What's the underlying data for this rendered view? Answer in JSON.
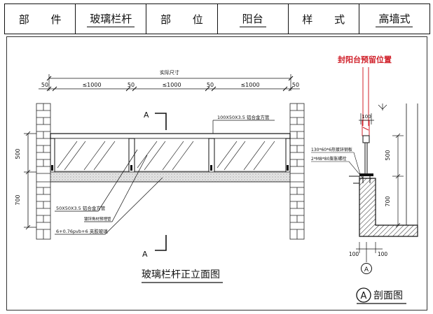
{
  "header": {
    "label1": "部  件",
    "value1": "玻璃栏杆",
    "label2": "部  位",
    "value2": "阳台",
    "label3": "样  式",
    "value3": "高墙式"
  },
  "elevation": {
    "title": "玻璃栏杆正立面图",
    "overall_dim": "实际尺寸",
    "dims_top": [
      "50",
      "≤1000",
      "50",
      "≤1000",
      "50",
      "≤1000",
      "50"
    ],
    "dims_left": [
      "500",
      "700"
    ],
    "section_mark": "A",
    "label_top_rail": "100X50X3.5 铝合金方管",
    "label_post": "50X50X3.5 铝合金方管",
    "label_anchor": "镀锌角材预埋管",
    "label_glass": "6+0.76pvb+6 夹胶玻璃"
  },
  "section": {
    "title": "剖面图",
    "mark": "A",
    "reserved_label": "封阳台预留位置",
    "dim_top": "100",
    "dims_right": [
      "500",
      "700"
    ],
    "dims_bottom": [
      "100",
      "100"
    ],
    "label_plate": "130*60*6热镀锌钢板",
    "label_bolts": "2*M8*80膨胀螺栓"
  },
  "colors": {
    "line": "#111111",
    "accent": "#d0202a",
    "concrete": "#dcdcdc"
  }
}
